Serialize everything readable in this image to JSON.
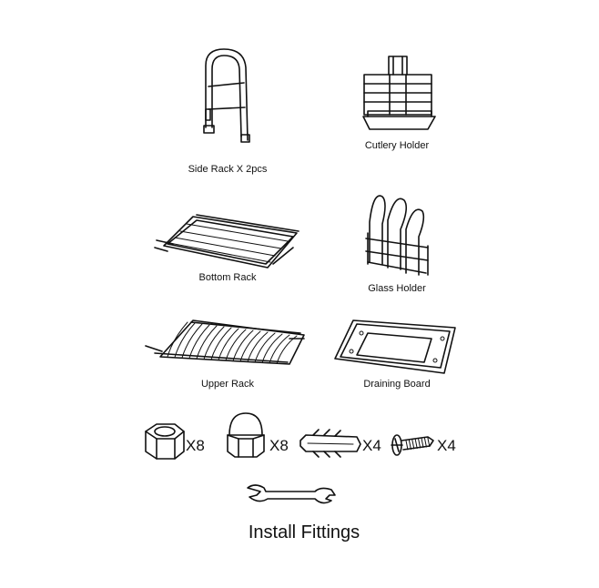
{
  "parts": {
    "side_rack": "Side Rack  X 2pcs",
    "cutlery_holder": "Cutlery Holder",
    "bottom_rack": "Bottom Rack",
    "glass_holder": "Glass Holder",
    "upper_rack": "Upper Rack",
    "draining_board": "Draining Board"
  },
  "fittings": {
    "nut_qty": "X8",
    "cap_nut_qty": "X8",
    "anchor_qty": "X4",
    "screw_qty": "X4",
    "title": "Install Fittings"
  }
}
